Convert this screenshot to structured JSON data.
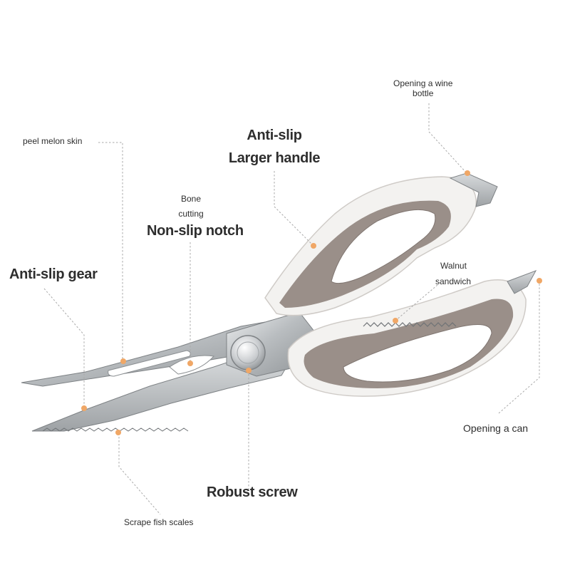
{
  "labels": {
    "wine": "Opening a wine\nbottle",
    "melon": "peel melon skin",
    "handle_1": "Anti-slip",
    "handle_2": "Larger handle",
    "bone_1": "Bone",
    "bone_2": "cutting",
    "notch": "Non-slip notch",
    "gear": "Anti-slip gear",
    "walnut_1": "Walnut",
    "walnut_2": "sandwich",
    "can": "Opening a can",
    "screw": "Robust screw",
    "scales": "Scrape fish scales"
  },
  "colors": {
    "handle_outer": "#f3f2f0",
    "handle_grip": "#9a8f89",
    "blade": "#c4c7ca",
    "marker": "#f0a766",
    "leader": "#a9a9a9"
  }
}
